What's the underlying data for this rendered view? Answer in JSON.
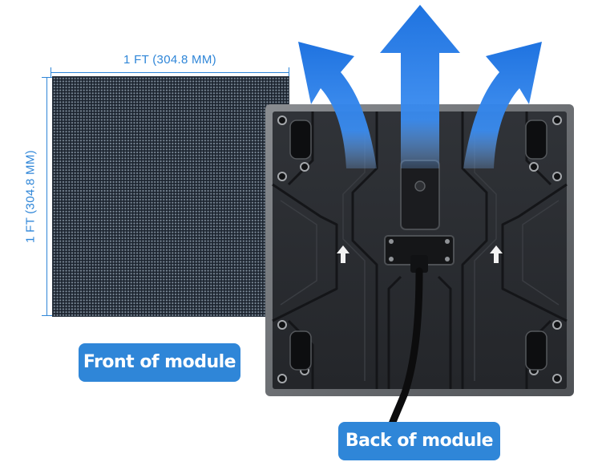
{
  "dimensions": {
    "width_label": "1 FT (304.8 MM)",
    "height_label": "1 FT (304.8 MM)"
  },
  "captions": {
    "front": "Front of module",
    "back": "Back of module"
  },
  "colors": {
    "accent": "#2f86d8",
    "arrow": "#2277e6",
    "panel_dark": "#1d2530",
    "back_body": "#2b2d31",
    "frame": "#6f7276"
  },
  "icons": {
    "airflow": "airflow-arrows-icon",
    "up_arrow": "up-arrow-icon",
    "magnet": "magnet-icon",
    "power_connector": "power-connector-icon"
  }
}
